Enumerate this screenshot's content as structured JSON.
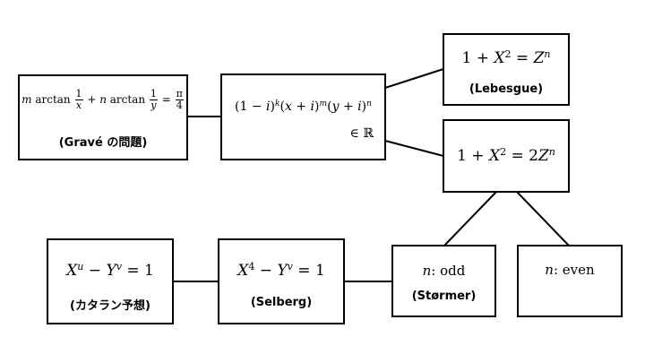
{
  "nodes": {
    "grave": {
      "caption": "(Gravé の問題)"
    },
    "gauss": {
      "member_of": "∈ ℝ"
    },
    "lebesgue": {
      "caption": "(Lebesgue)"
    },
    "two_z": {},
    "odd": {
      "condition": "odd",
      "caption": "(Størmer)"
    },
    "even": {
      "condition": "even"
    },
    "selberg": {
      "caption": "(Selberg)"
    },
    "catalan": {
      "caption": "(カタラン予想)"
    }
  },
  "colors": {
    "line": "#000000",
    "background": "#ffffff"
  }
}
